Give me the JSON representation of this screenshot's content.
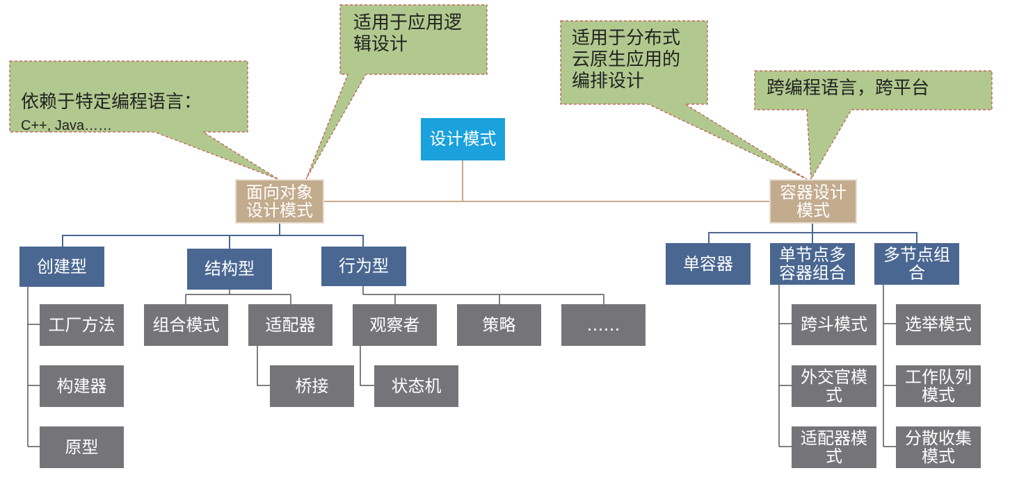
{
  "colors": {
    "root": "#1ba1dc",
    "branch": "#c3ab8d",
    "category": "#4a6791",
    "leaf": "#757579",
    "callout_fill": "#b1c98e",
    "callout_border": "#c0504d",
    "line_main": "#c3ab8d",
    "line_cat": "#4a6791",
    "line_leaf": "#555555"
  },
  "root": {
    "label": "设计模式"
  },
  "oop": {
    "label": "面向对象\n设计模式",
    "categories": {
      "creational": {
        "label": "创建型",
        "items": [
          "工厂方法",
          "构建器",
          "原型"
        ]
      },
      "structural": {
        "label": "结构型",
        "items": [
          "组合模式",
          "适配器"
        ],
        "sub": "桥接"
      },
      "behavioral": {
        "label": "行为型",
        "items": [
          "观察者",
          "策略",
          "……"
        ],
        "sub": "状态机"
      }
    }
  },
  "container": {
    "label": "容器设计\n模式",
    "categories": {
      "single": {
        "label": "单容器"
      },
      "single_node": {
        "label": "单节点多\n容器组合",
        "items": [
          "跨斗模式",
          "外交官模\n式",
          "适配器模\n式"
        ]
      },
      "multi_node": {
        "label": "多节点组\n合",
        "items": [
          "选举模式",
          "工作队列\n模式",
          "分散收集\n模式"
        ]
      }
    }
  },
  "callouts": {
    "lang": {
      "text": "依赖于特定编程语言：",
      "sub": "C++, Java……"
    },
    "logic": {
      "text": "适用于应用逻\n辑设计"
    },
    "distributed": {
      "text": "适用于分布式\n云原生应用的\n编排设计"
    },
    "cross": {
      "text": "跨编程语言，跨平台"
    }
  }
}
